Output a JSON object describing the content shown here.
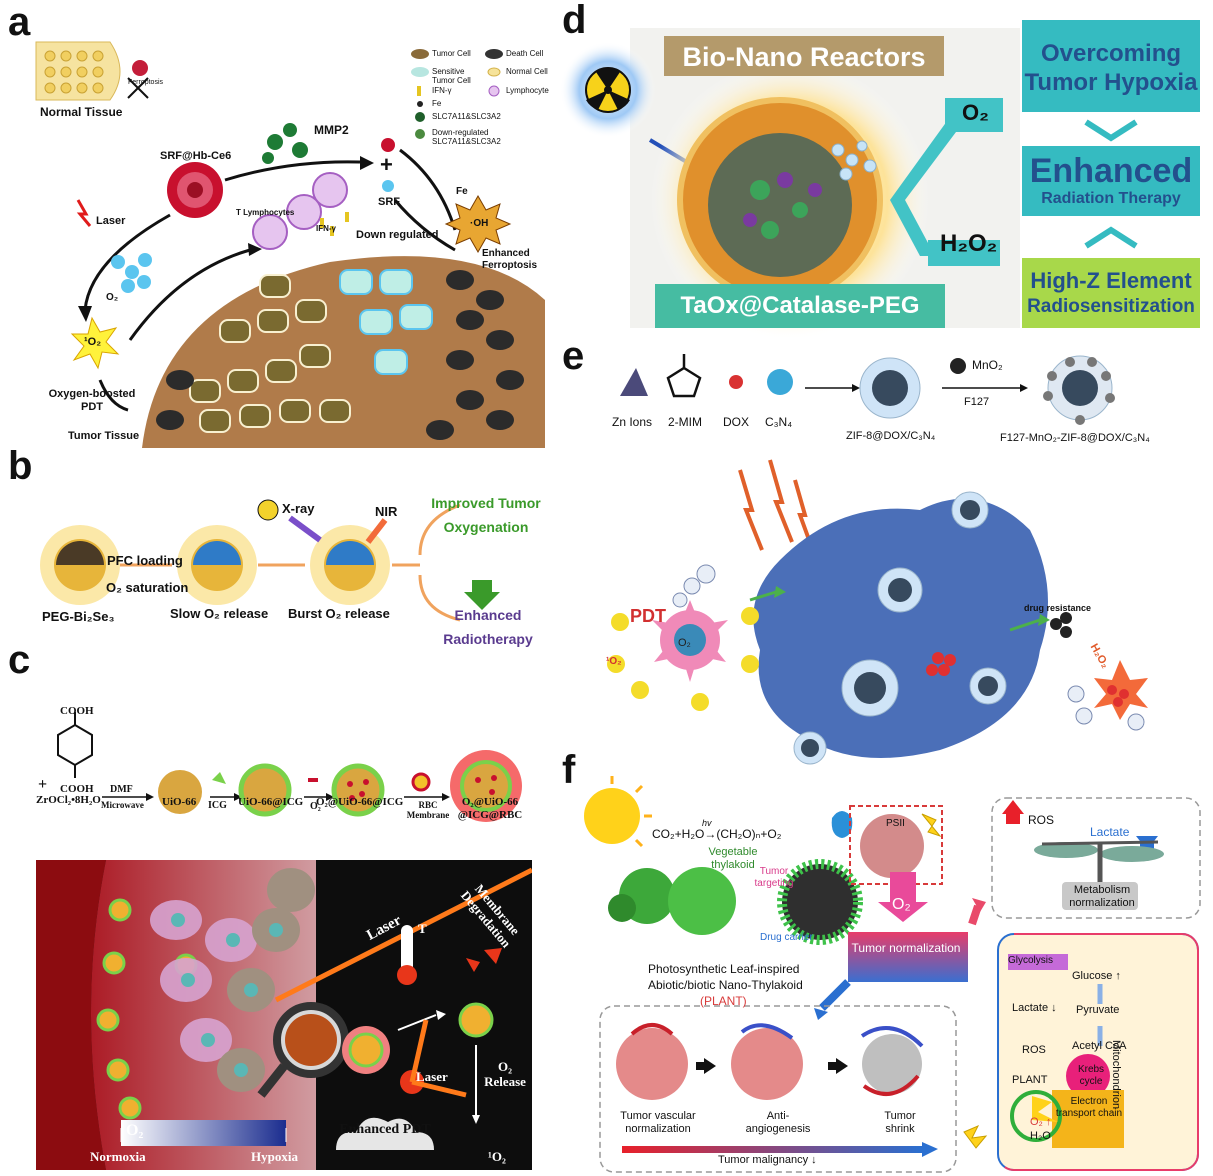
{
  "panels": {
    "a": "a",
    "b": "b",
    "c": "c",
    "d": "d",
    "e": "e",
    "f": "f"
  },
  "panel_a": {
    "normal_tissue": "Normal Tissue",
    "ferroptosis_small": "Ferroptosis",
    "legend": [
      "Tumor Cell",
      "Death Cell",
      "Sensitive Tumor Cell",
      "Normal Cell",
      "IFN-γ",
      "Lymphocyte",
      "Fe",
      "SLC7A11&SLC3A2",
      "Down-regulated SLC7A11&SLC3A2"
    ],
    "mmp2": "MMP2",
    "srf_hb": "SRF@Hb-Ce6",
    "laser": "Laser",
    "o2": "O₂",
    "singlet": "¹O₂",
    "t_lymph": "T Lymphocytes",
    "ifn": "IFN-γ",
    "plus": "+",
    "srf": "SRF",
    "fe": "Fe",
    "oh": "·OH",
    "down_regulated": "Down regulated",
    "enhanced_ferro": "Enhanced Ferroptosis",
    "oxygen_pdt": "Oxygen-boosted PDT",
    "tumor_tissue": "Tumor Tissue"
  },
  "panel_b": {
    "peg": "PEG-Bi₂Se₃",
    "pfc": "PFC loading",
    "o2sat": "O₂ saturation",
    "slow": "Slow O₂ release",
    "xray": "X-ray",
    "nir": "NIR",
    "burst": "Burst O₂ release",
    "improved": "Improved Tumor Oxygenation",
    "enhanced": "Enhanced Radiotherapy"
  },
  "panel_c": {
    "cooh_top": "COOH",
    "cooh_bottom": "COOH",
    "zr": "ZrOCl₂•8H₂O",
    "plus": "+",
    "dmf": "DMF",
    "microwave": "Microwave",
    "uio66": "UiO-66",
    "icg": "ICG",
    "uio66icg": "UiO-66@ICG",
    "o2": "O₂",
    "o2uio": "O₂@UiO-66@ICG",
    "rbc": "RBC Membrane",
    "final": "O₂@UiO-66 @ICG@RBC",
    "laser1": "Laser",
    "membrane": "Membrane Degradation",
    "t": "T",
    "o2release": "O₂ Release",
    "laser2": "Laser",
    "o2grad": "O₂",
    "normoxia": "Normoxia",
    "hypoxia": "Hypoxia",
    "pdt": "Enhanced PDT",
    "singlet": "¹O₂"
  },
  "panel_d": {
    "bio": "Bio-Nano Reactors",
    "overcoming": "Overcoming Tumor Hypoxia",
    "o2": "O₂",
    "enhanced": "Enhanced",
    "radiation": "Radiation Therapy",
    "h2o2": "H₂O₂",
    "highz": "High-Z Element",
    "radio": "Radiosensitization",
    "taox": "TaOx@Catalase-PEG"
  },
  "panel_e": {
    "zn": "Zn Ions",
    "mim": "2-MIM",
    "dox": "DOX",
    "c3n4": "C₃N₄",
    "zif": "ZIF-8@DOX/C₃N₄",
    "mno2": "MnO₂",
    "f127": "F127",
    "final": "F127-MnO₂-ZIF-8@DOX/C₃N₄",
    "pdt": "PDT",
    "drug": "drug resistance",
    "h2o2": "H₂O₂",
    "o2": "O₂",
    "singlet": "¹O₂"
  },
  "panel_f": {
    "eq": "CO₂+H₂O→(CH₂O)ₙ+O₂",
    "hv": "hv",
    "veg": "Vegetable thylakoid",
    "targeting": "Tumor targeting",
    "carrier": "Drug carrier",
    "psii": "PSII",
    "o2": "O₂",
    "ros": "ROS",
    "lactate": "Lactate",
    "metabolism": "Metabolism normalization",
    "tumor_norm": "Tumor normalization",
    "plant1": "Photosynthetic Leaf-inspired",
    "plant2": "Abiotic/biotic Nano-Thylakoid",
    "plant3": "(PLANT)",
    "vascular": "Tumor vascular normalization",
    "anti": "Anti-angiogenesis",
    "shrink": "Tumor shrink",
    "malignancy": "Tumor malignancy ↓",
    "glycolysis": "Glycolysis",
    "glucose": "Glucose ↑",
    "lactate2": "Lactate ↓",
    "pyruvate": "Pyruvate",
    "ros2": "ROS",
    "acetyl": "Acetyl CoA",
    "krebs": "Krebs cycle",
    "plant": "PLANT",
    "electron": "Electron transport chain",
    "o2up": "O₂ ↑",
    "h2o": "H₂O",
    "mito": "Mitochondrion"
  }
}
